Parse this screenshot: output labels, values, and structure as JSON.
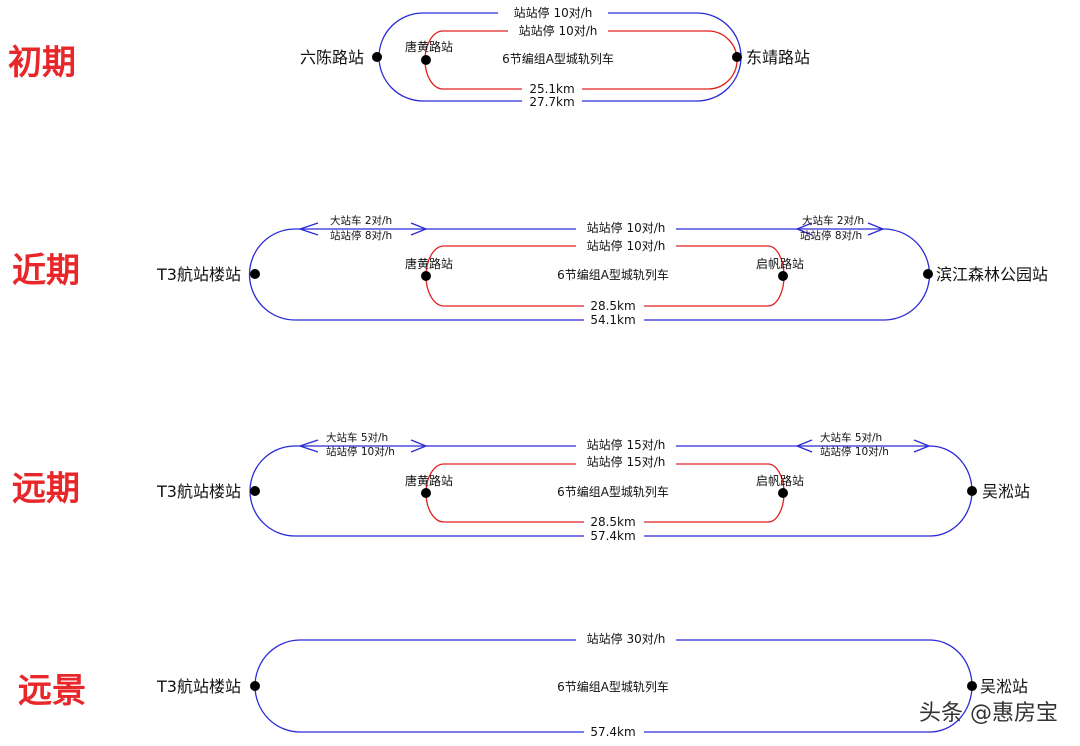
{
  "phases": [
    {
      "label": "初期",
      "outer_left_station": "六陈路站",
      "outer_right_station": "东靖路站",
      "inner_left_station": "唐黄路站",
      "train": "6节编组A型城轨列车",
      "outer_service": "站站停 10对/h",
      "inner_service": "站站停 10对/h",
      "inner_length": "25.1km",
      "outer_length": "27.7km"
    },
    {
      "label": "近期",
      "outer_left_station": "T3航站楼站",
      "outer_right_station": "滨江森林公园站",
      "inner_left_station": "唐黄路站",
      "inner_right_station": "启帆路站",
      "train": "6节编组A型城轨列车",
      "outer_service": "站站停 10对/h",
      "inner_service": "站站停 10对/h",
      "left_express": "大站车 2对/h",
      "left_local": "站站停 8对/h",
      "right_express": "大站车 2对/h",
      "right_local": "站站停 8对/h",
      "inner_length": "28.5km",
      "outer_length": "54.1km"
    },
    {
      "label": "远期",
      "outer_left_station": "T3航站楼站",
      "outer_right_station": "吴淞站",
      "inner_left_station": "唐黄路站",
      "inner_right_station": "启帆路站",
      "train": "6节编组A型城轨列车",
      "outer_service": "站站停 15对/h",
      "inner_service": "站站停 15对/h",
      "left_express": "大站车  5对/h",
      "left_local": "站站停  10对/h",
      "right_express": "大站车  5对/h",
      "right_local": "站站停  10对/h",
      "inner_length": "28.5km",
      "outer_length": "57.4km"
    },
    {
      "label": "远景",
      "outer_left_station": "T3航站楼站",
      "outer_right_station": "吴淞站",
      "train": "6节编组A型城轨列车",
      "outer_service": "站站停 30对/h",
      "outer_length": "57.4km"
    }
  ],
  "watermark": "头条 @惠房宝",
  "colors": {
    "phase_label": "#e8272a",
    "outer_loop": "#2b2bd6",
    "inner_loop": "#e02020"
  }
}
